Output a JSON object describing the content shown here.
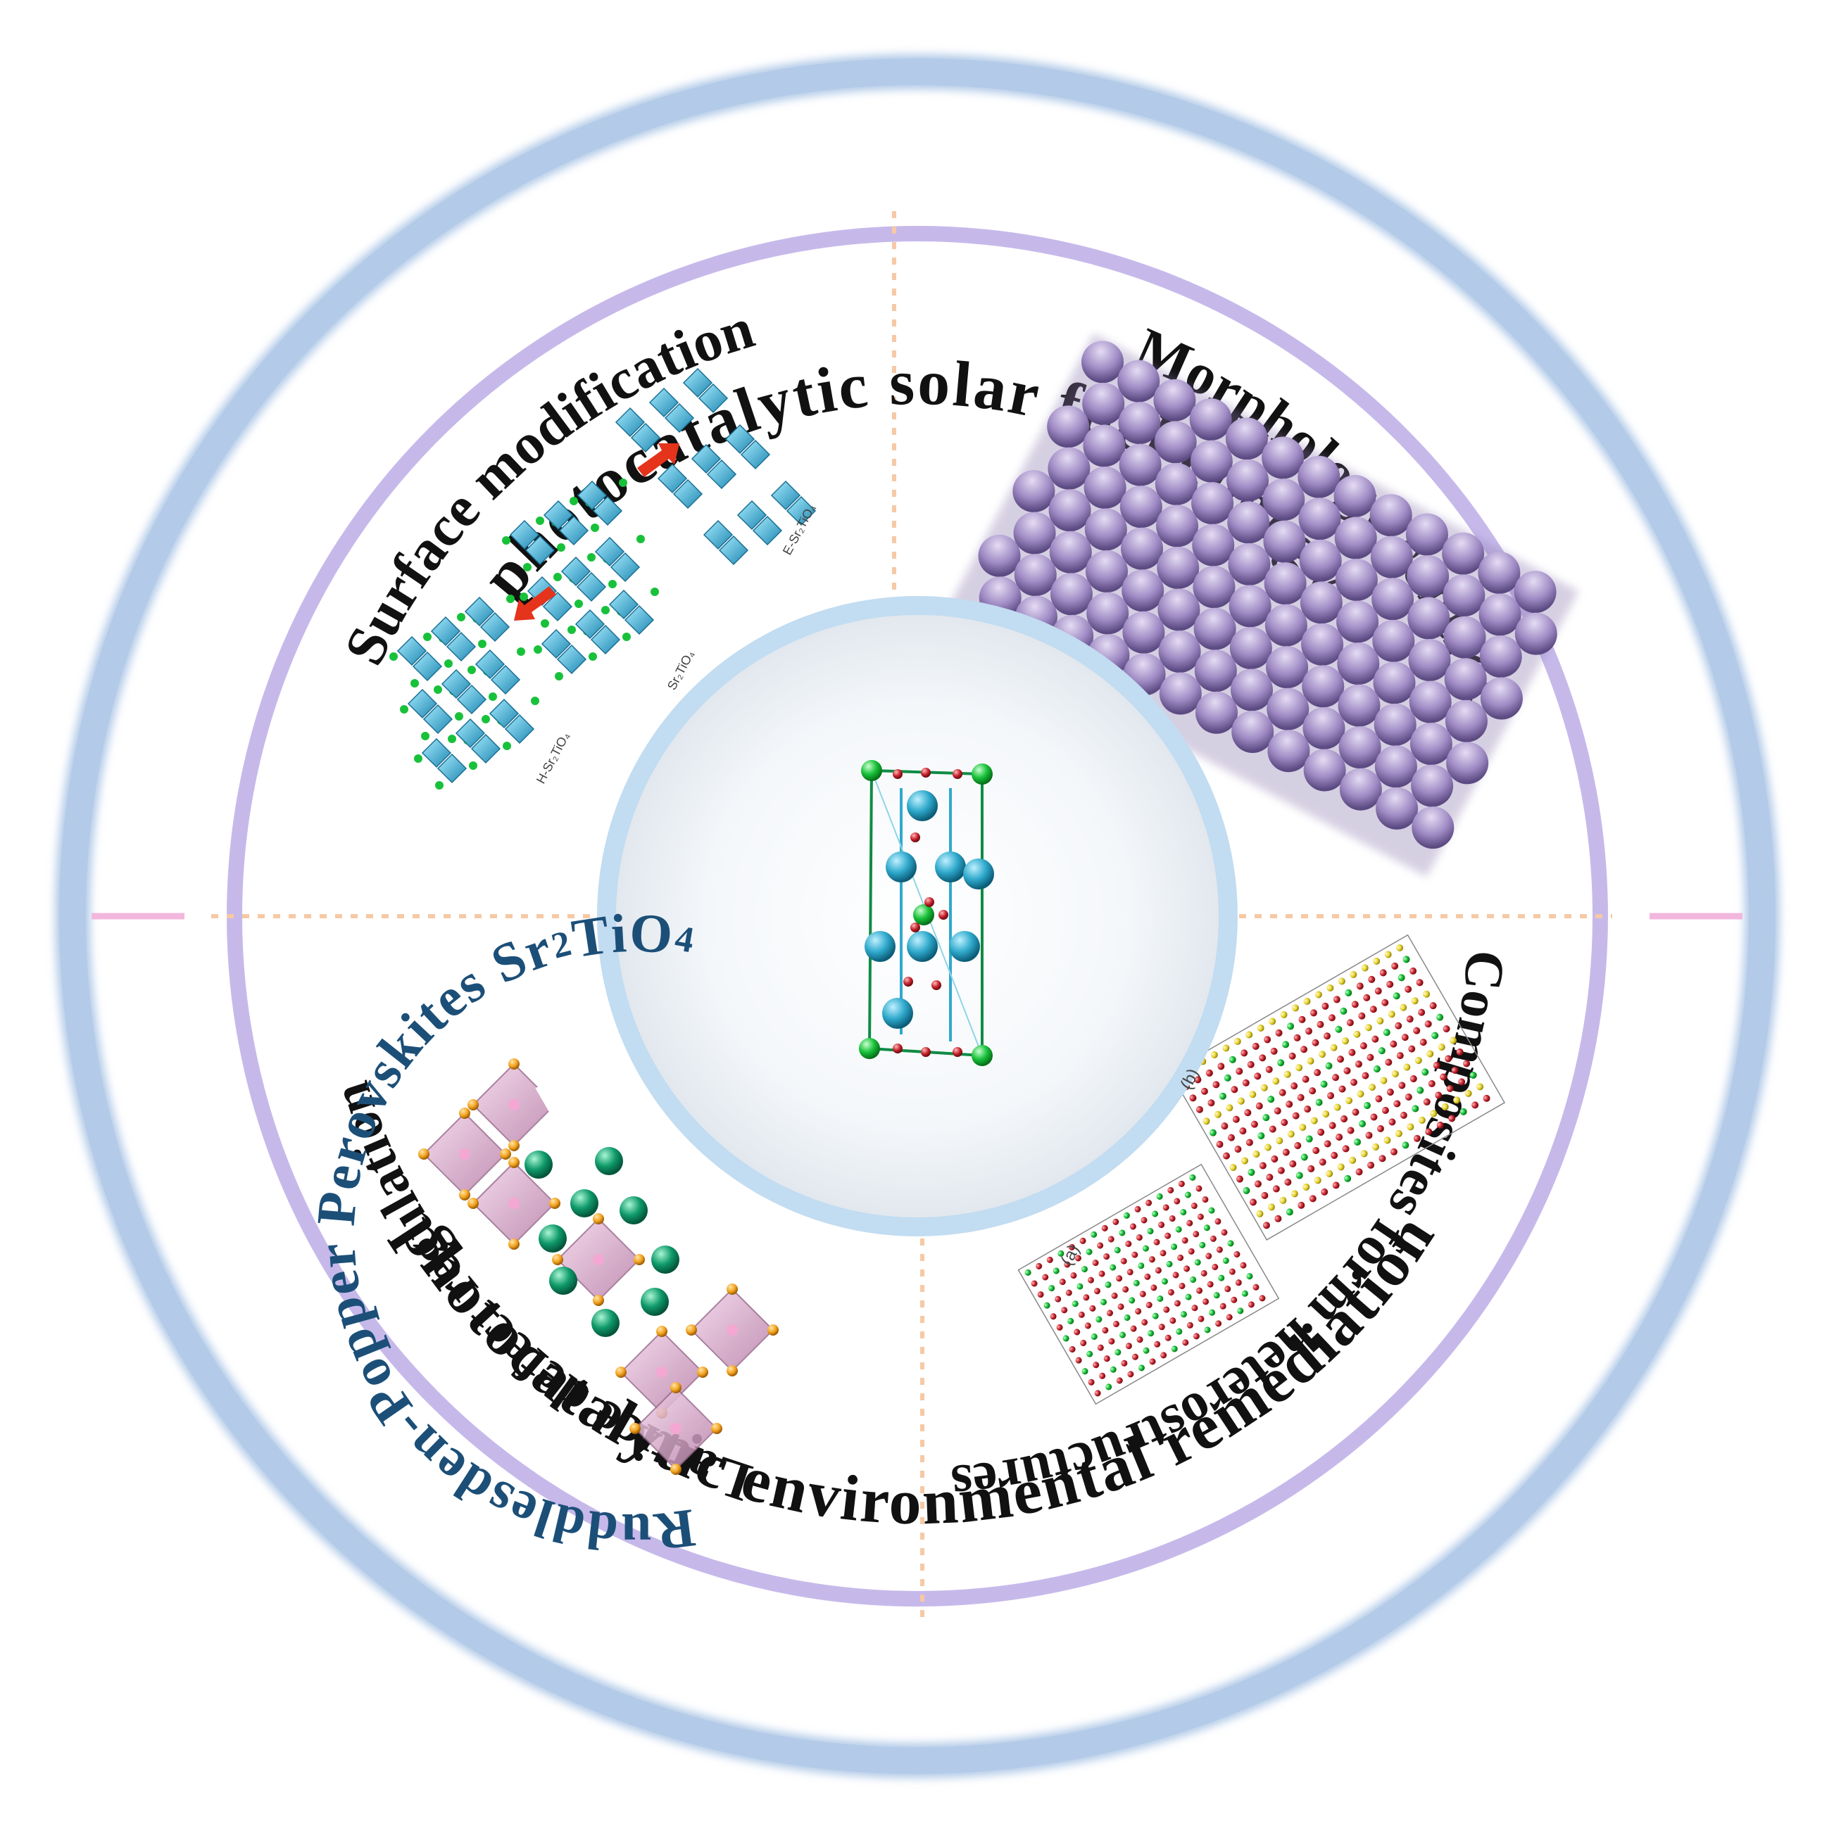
{
  "center": {
    "title_main": "Ruddlesden-Popper Perovskites Sr",
    "formula_sub1": "2",
    "formula_mid": "TiO",
    "formula_sub2": "4"
  },
  "outer_ring": {
    "top_label": "photocatalytic solar fuel energy",
    "bottom_label": "photocatalytic environmental remediation"
  },
  "quadrants": {
    "top_left": {
      "label": "Surface modification",
      "structure_labels": [
        "H-Sr₂TiO₄",
        "Sr₂TiO₄",
        "E-Sr₂TiO₄"
      ]
    },
    "top_right": {
      "label": "Morphology control"
    },
    "bottom_left": {
      "label": "Lattice defect regulation"
    },
    "bottom_right": {
      "label": "Composites form heterostructures",
      "panel_labels": [
        "(a)",
        "(b)"
      ]
    }
  },
  "colors": {
    "outer_ring": "#b3cbe8",
    "lavender_ring": "#c6b9ea",
    "center_ring": "#c2dcf1",
    "center_text": "#1c4f78",
    "divider_pink": "#f2b7dd",
    "divider_orange": "#f6c9a5",
    "ti_cyan": "#2fa9cc",
    "sr_green": "#18c13a",
    "oxygen_red": "#c3202a",
    "sphere_purple": "#9f8ac4",
    "octa_pink": "#d8a6c9",
    "atom_orange": "#f2a21d",
    "atom_teal": "#0f9a6a"
  }
}
